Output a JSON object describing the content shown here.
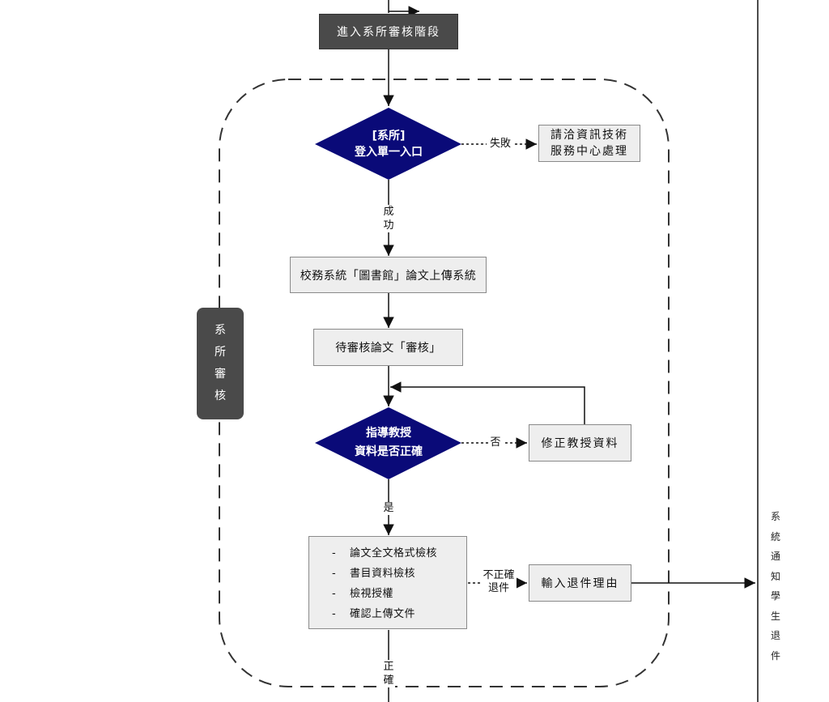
{
  "nodes": {
    "enter_stage": "進入系所審核階段",
    "login_system_label": "[系所]",
    "login_entry": "登入單一入口",
    "contact_it": [
      "請洽資訊技術",
      "服務中心處理"
    ],
    "upload_system": "校務系統「圖書館」論文上傳系統",
    "pending_review": "待審核論文「審核」",
    "advisor_q": [
      "指導教授",
      "資料是否正確"
    ],
    "fix_advisor": "修正教授資料",
    "checklist": [
      "論文全文格式檢核",
      "書目資料檢核",
      "檢視授權",
      "確認上傳文件"
    ],
    "checklist_bullet": "-",
    "enter_reason": "輸入退件理由"
  },
  "edges": {
    "fail": "失敗",
    "success": "成功",
    "no": "否",
    "yes": "是",
    "incorrect_line1": "不正確",
    "incorrect_line2": "退件",
    "correct": "正確"
  },
  "side_tab": "系所審核",
  "notify_column": "系統通知學生退件",
  "colors": {
    "dark_box": "#4a4a4a",
    "diamond": "#0a0a78",
    "light_box": "#eeeeee",
    "line": "#111111"
  }
}
